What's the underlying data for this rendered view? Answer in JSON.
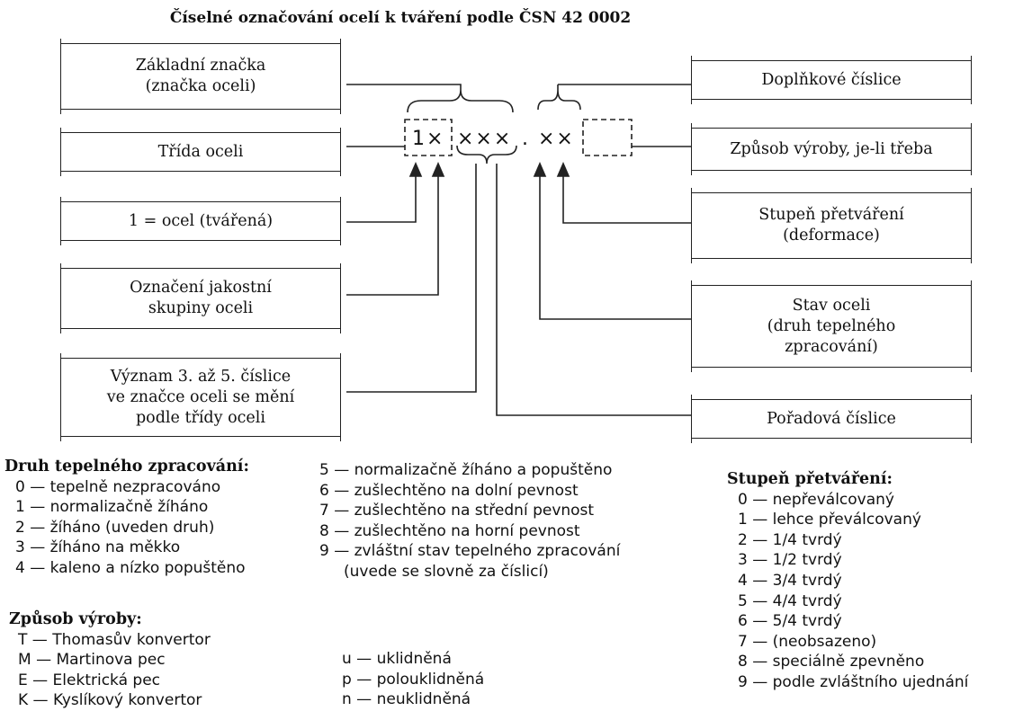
{
  "title": "Číselné označování ocelí k tváření podle ČSN 42 0002",
  "code": {
    "first": "1×",
    "middle": "×××",
    "dot": ".",
    "last": "××"
  },
  "left_boxes": [
    "Základní značka\n(značka oceli)",
    "Třída oceli",
    "1 = ocel (tvářená)",
    "Označení jakostní\nskupiny oceli",
    "Význam 3. až 5. číslice\nve značce oceli se mění\npodle třídy oceli"
  ],
  "right_boxes": [
    "Doplňkové číslice",
    "Způsob výroby, je-li třeba",
    "Stupeň přetváření\n(deformace)",
    "Stav oceli\n(druh tepelného\nzpracování)",
    "Pořadová číslice"
  ],
  "heat_treatment": {
    "heading": "Druh tepelného zpracování:",
    "items": [
      "0 — tepelně nezpracováno",
      "1 — normalizačně žíháno",
      "2 — žíháno (uveden druh)",
      "3 — žíháno na měkko",
      "4 — kaleno a nízko popuštěno"
    ],
    "items2": [
      "5 — normalizačně žíháno a popuštěno",
      "6 — zušlechtěno na dolní pevnost",
      "7 — zušlechtěno na střední pevnost",
      "8 — zušlechtěno na horní pevnost",
      "9 — zvláštní stav tepelného zpracování",
      "     (uvede se slovně za číslicí)"
    ]
  },
  "production": {
    "heading": "Způsob výroby:",
    "items": [
      "T — Thomasův konvertor",
      "M — Martinova pec",
      "E — Elektrická pec",
      "K — Kyslíkový konvertor"
    ],
    "items2": [
      "u — uklidněná",
      "p — polouklidněná",
      "n — neuklidněná"
    ]
  },
  "deformation": {
    "heading": "Stupeň přetváření:",
    "items": [
      "0 — nepřeválcovaný",
      "1 — lehce převálcovaný",
      "2 — 1/4 tvrdý",
      "3 — 1/2 tvrdý",
      "4 — 3/4 tvrdý",
      "5 — 4/4 tvrdý",
      "6 — 5/4 tvrdý",
      "7 — (neobsazeno)",
      "8 — speciálně zpevněno",
      "9 — podle zvláštního ujednání"
    ]
  }
}
